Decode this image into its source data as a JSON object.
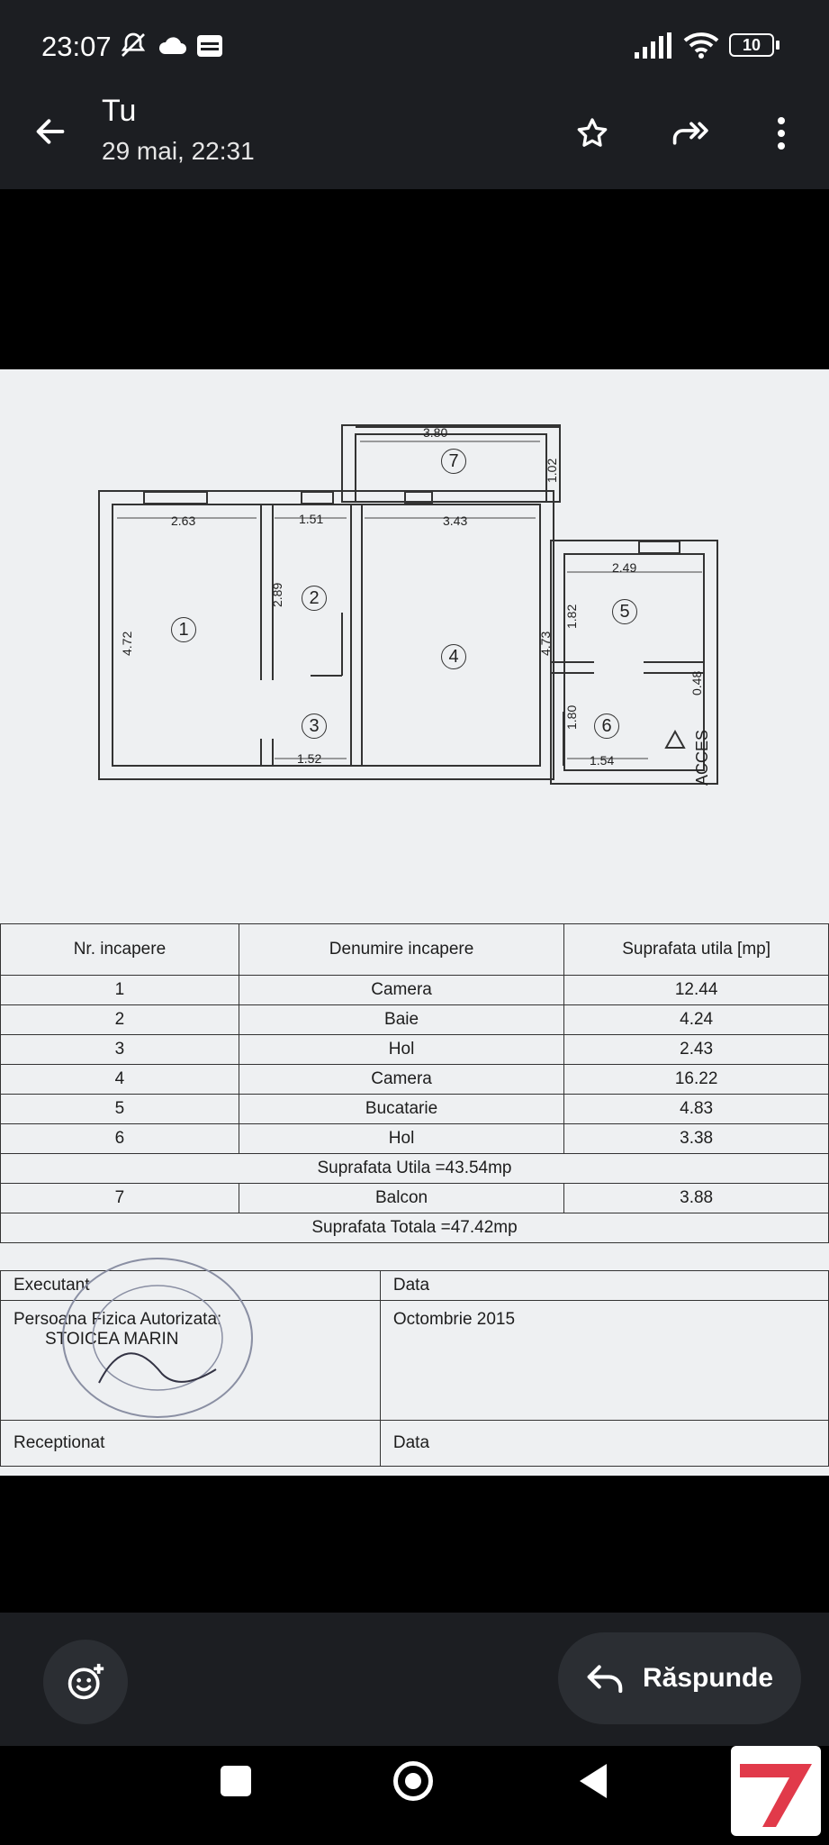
{
  "status": {
    "time": "23:07",
    "battery": "10"
  },
  "header": {
    "title": "Tu",
    "subtitle": "29 mai, 22:31"
  },
  "plan": {
    "dims": {
      "d380": "3.80",
      "d102": "1.02",
      "d263": "2.63",
      "d151": "1.51",
      "d343": "3.43",
      "d249": "2.49",
      "d289": "2.89",
      "d472": "4.72",
      "d473": "4.73",
      "d182": "1.82",
      "d048": "0.48",
      "d180": "1.80",
      "d152": "1.52",
      "d154": "1.54"
    },
    "rooms": [
      "1",
      "2",
      "3",
      "4",
      "5",
      "6",
      "7"
    ],
    "acces": "ACCES"
  },
  "table": {
    "headers": [
      "Nr. incapere",
      "Denumire incapere",
      "Suprafata utila [mp]"
    ],
    "rows": [
      {
        "nr": "1",
        "name": "Camera",
        "area": "12.44"
      },
      {
        "nr": "2",
        "name": "Baie",
        "area": "4.24"
      },
      {
        "nr": "3",
        "name": "Hol",
        "area": "2.43"
      },
      {
        "nr": "4",
        "name": "Camera",
        "area": "16.22"
      },
      {
        "nr": "5",
        "name": "Bucatarie",
        "area": "4.83"
      },
      {
        "nr": "6",
        "name": "Hol",
        "area": "3.38"
      }
    ],
    "utila": "Suprafata Utila =43.54mp",
    "balcon": {
      "nr": "7",
      "name": "Balcon",
      "area": "3.88"
    },
    "totala": "Suprafata Totala =47.42mp",
    "executant_label": "Executant",
    "data_label": "Data",
    "persoana": "Persoana Fizica Autorizata:",
    "nume": "STOICEA MARIN",
    "data_value": "Octombrie 2015",
    "receptionat": "Receptionat",
    "data_label2": "Data"
  },
  "reply": {
    "label": "Răspunde"
  },
  "colors": {
    "bar": "#1c1e22",
    "paper": "#eef0f2",
    "pill": "#2b2e33"
  }
}
